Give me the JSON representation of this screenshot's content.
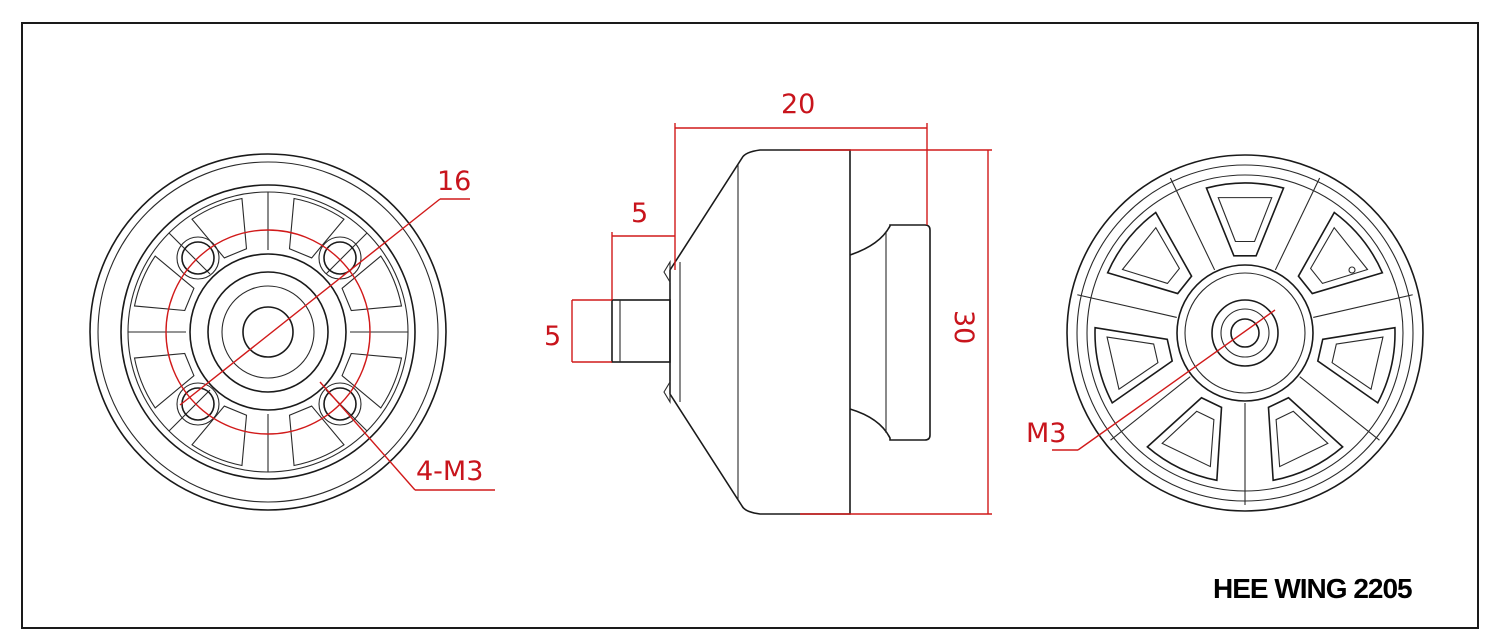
{
  "title": "HEE WING 2205",
  "colors": {
    "outline": "#1a1a1a",
    "dimension": "#d11a1a",
    "background": "#ffffff"
  },
  "dimensions": {
    "mount_circle": "16",
    "mount_holes": "4-M3",
    "shaft_length": "5",
    "shaft_diameter": "5",
    "body_length": "20",
    "body_diameter": "30",
    "shaft_thread": "M3"
  }
}
